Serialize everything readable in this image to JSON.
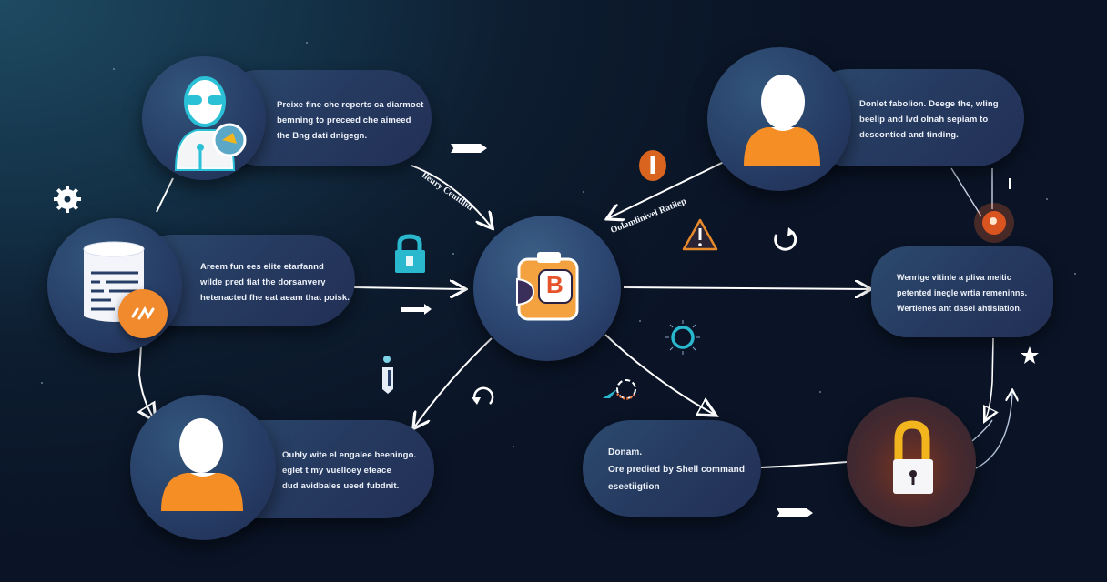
{
  "diagram": {
    "title": "",
    "hub": {
      "icon": "db-app-logo-icon",
      "letter": "B",
      "accent": "#f08a2c"
    },
    "nodes": [
      {
        "id": "analyst",
        "icon": "person-glasses-icon",
        "lines": [
          "Preixe fine che reperts ca diarmoet",
          "bemning to preceed che aimeed",
          "the Bng dati dnigegn."
        ]
      },
      {
        "id": "database",
        "icon": "document-database-icon",
        "badge_icon": "activity-pulse-icon",
        "lines": [
          "Areem fun ees elite etarfannd",
          "wilde pred fiat the dorsanvery",
          "hetenacted fhe eat aeam that poisk."
        ]
      },
      {
        "id": "user-bottom",
        "icon": "user-avatar-icon",
        "lines": [
          "Ouhly wite el engalee beeningo.",
          "eglet t my vuelloey efeace",
          "dud avidbales ueed fubdnit."
        ]
      },
      {
        "id": "user-top",
        "icon": "user-avatar-icon",
        "lines": [
          "Donlet fabolion. Deege the, wling",
          "beelip and lvd olnah sepiam to",
          "deseontied and tinding."
        ]
      },
      {
        "id": "warning-box",
        "lines": [
          "Wenrige vitinle a pliva meitic",
          "petented inegle wrtia remeninns.",
          "Wertienes ant dasel ahtislation."
        ]
      },
      {
        "id": "shell",
        "lines": [
          "Donam.",
          "Ore predied by Shell command",
          "eseetiigtion"
        ]
      },
      {
        "id": "lock-node",
        "icon": "padlock-icon",
        "accent": "#f2b51e"
      }
    ],
    "edge_labels": [
      {
        "text": "Ileury Ceuitllitl",
        "angle": 35
      },
      {
        "text": "Oolamlinivel Ratilep",
        "angle": -22
      }
    ],
    "arrow_tags": [
      {
        "id": "tag-top",
        "text": "======="
      },
      {
        "id": "tag-bottom",
        "text": "======="
      }
    ],
    "decorations": [
      "gear-icon",
      "teal-lock-icon",
      "info-icon",
      "alert-circle-icon",
      "warning-triangle-icon",
      "refresh-icon",
      "sun-ring-icon",
      "loading-ring-icon",
      "cycle-icon",
      "glowing-orb-icon",
      "star-icon"
    ],
    "colors": {
      "background": "#0d1c2f",
      "pill": "#263a60",
      "orange": "#f08a2c",
      "teal": "#2ab8cf",
      "gold": "#f2b51e",
      "alert": "#e0531f"
    }
  }
}
